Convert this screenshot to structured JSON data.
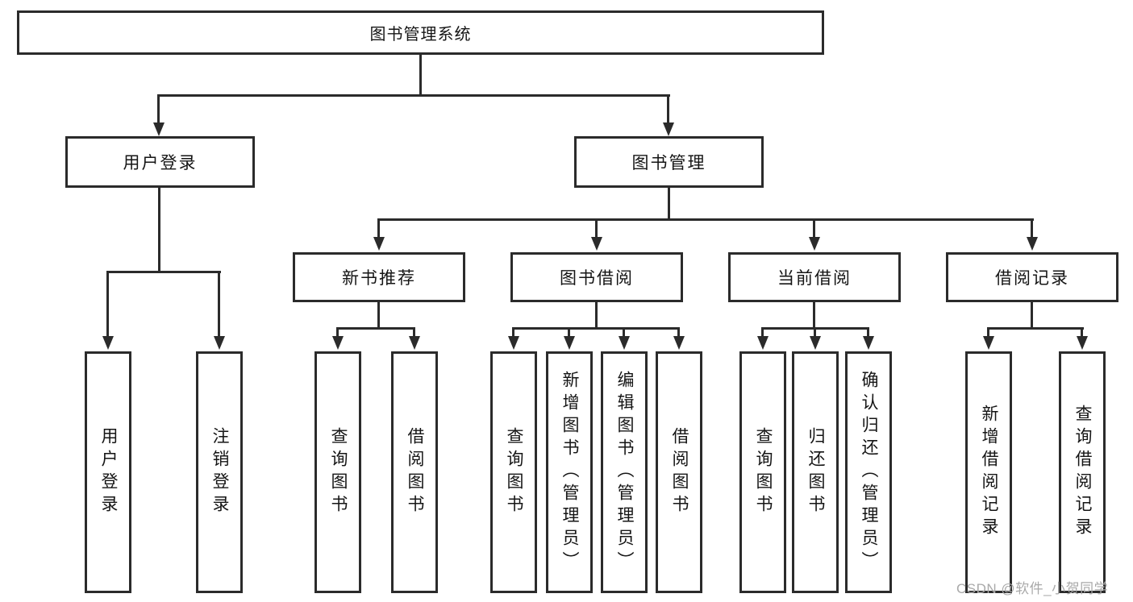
{
  "root": {
    "label": "图书管理系统"
  },
  "branches": [
    {
      "id": "user-login",
      "label": "用户登录"
    },
    {
      "id": "book-management",
      "label": "图书管理"
    }
  ],
  "modules": [
    {
      "id": "new-book-recommendation",
      "parent": "图书管理",
      "label": "新书推荐"
    },
    {
      "id": "book-borrowing",
      "parent": "图书管理",
      "label": "图书借阅"
    },
    {
      "id": "current-borrowing",
      "parent": "图书管理",
      "label": "当前借阅"
    },
    {
      "id": "borrowing-records",
      "parent": "图书管理",
      "label": "借阅记录"
    }
  ],
  "functions": [
    {
      "parent": "用户登录",
      "label": "用户登录"
    },
    {
      "parent": "用户登录",
      "label": "注销登录"
    },
    {
      "parent": "新书推荐",
      "label": "查询图书"
    },
    {
      "parent": "新书推荐",
      "label": "借阅图书"
    },
    {
      "parent": "图书借阅",
      "label": "查询图书"
    },
    {
      "parent": "图书借阅",
      "label": "新增图书（管理员）"
    },
    {
      "parent": "图书借阅",
      "label": "编辑图书（管理员）"
    },
    {
      "parent": "图书借阅",
      "label": "借阅图书"
    },
    {
      "parent": "当前借阅",
      "label": "查询图书"
    },
    {
      "parent": "当前借阅",
      "label": "归还图书"
    },
    {
      "parent": "当前借阅",
      "label": "确认归还（管理员）"
    },
    {
      "parent": "借阅记录",
      "label": "新增借阅记录"
    },
    {
      "parent": "借阅记录",
      "label": "查询借阅记录"
    }
  ],
  "watermark": {
    "label": "CSDN @软件_小贺同学"
  },
  "colors": {
    "line": "#2b2b2b",
    "text": "#151515",
    "background": "#ffffff",
    "watermark": "#a9a9a9"
  }
}
